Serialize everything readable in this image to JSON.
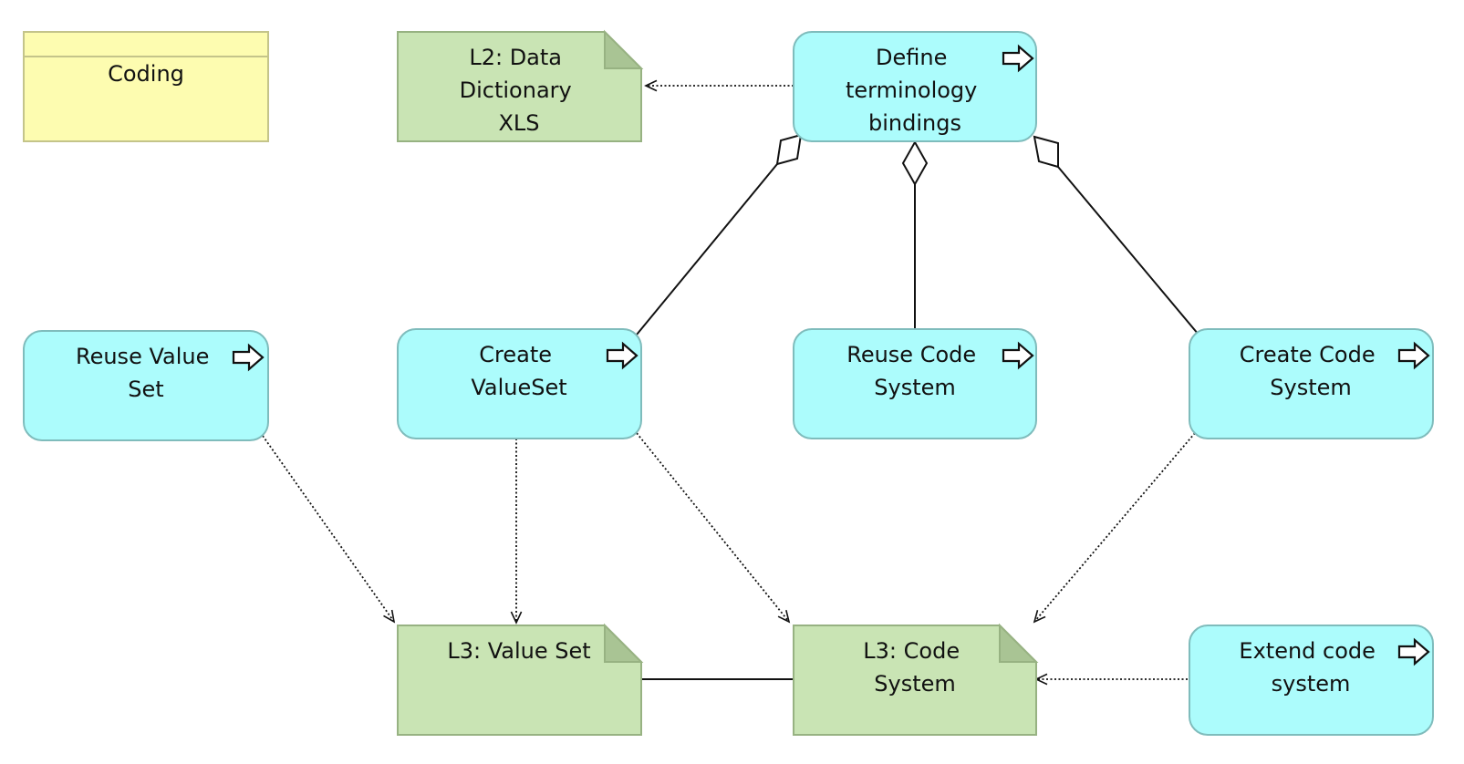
{
  "diagram": {
    "colors": {
      "process_fill": "#acfcfc",
      "process_stroke": "#7fbcbc",
      "artifact_fill": "#c9e4b4",
      "artifact_stroke": "#97b282",
      "artifact_fold": "#a9c494",
      "grouping_fill": "#fdfcb0",
      "grouping_stroke": "#c4c48a",
      "line": "#111111"
    },
    "grouping": {
      "label": "Coding"
    },
    "processes": {
      "define_bindings": {
        "label": [
          "Define",
          "terminology",
          "bindings"
        ],
        "icon": "process-arrow-icon"
      },
      "reuse_value_set": {
        "label": [
          "Reuse Value",
          "Set"
        ],
        "icon": "process-arrow-icon"
      },
      "create_value_set": {
        "label": [
          "Create",
          "ValueSet"
        ],
        "icon": "process-arrow-icon"
      },
      "reuse_code_system": {
        "label": [
          "Reuse Code",
          "System"
        ],
        "icon": "process-arrow-icon"
      },
      "create_code_system": {
        "label": [
          "Create Code",
          "System"
        ],
        "icon": "process-arrow-icon"
      },
      "extend_code_system": {
        "label": [
          "Extend code",
          "system"
        ],
        "icon": "process-arrow-icon"
      }
    },
    "artifacts": {
      "data_dictionary": {
        "label": [
          "L2: Data",
          "Dictionary",
          "XLS"
        ]
      },
      "value_set": {
        "label": [
          "L3: Value Set"
        ]
      },
      "code_system": {
        "label": [
          "L3: Code",
          "System"
        ]
      }
    },
    "relationships": [
      {
        "from": "define_bindings",
        "to": "data_dictionary",
        "type": "access"
      },
      {
        "from": "create_value_set",
        "to": "define_bindings",
        "type": "aggregation"
      },
      {
        "from": "reuse_code_system",
        "to": "define_bindings",
        "type": "aggregation"
      },
      {
        "from": "create_code_system",
        "to": "define_bindings",
        "type": "aggregation"
      },
      {
        "from": "reuse_value_set",
        "to": "value_set",
        "type": "access"
      },
      {
        "from": "create_value_set",
        "to": "value_set",
        "type": "access"
      },
      {
        "from": "create_value_set",
        "to": "code_system",
        "type": "access"
      },
      {
        "from": "create_code_system",
        "to": "code_system",
        "type": "access"
      },
      {
        "from": "extend_code_system",
        "to": "code_system",
        "type": "access"
      },
      {
        "from": "value_set",
        "to": "code_system",
        "type": "association"
      }
    ]
  }
}
